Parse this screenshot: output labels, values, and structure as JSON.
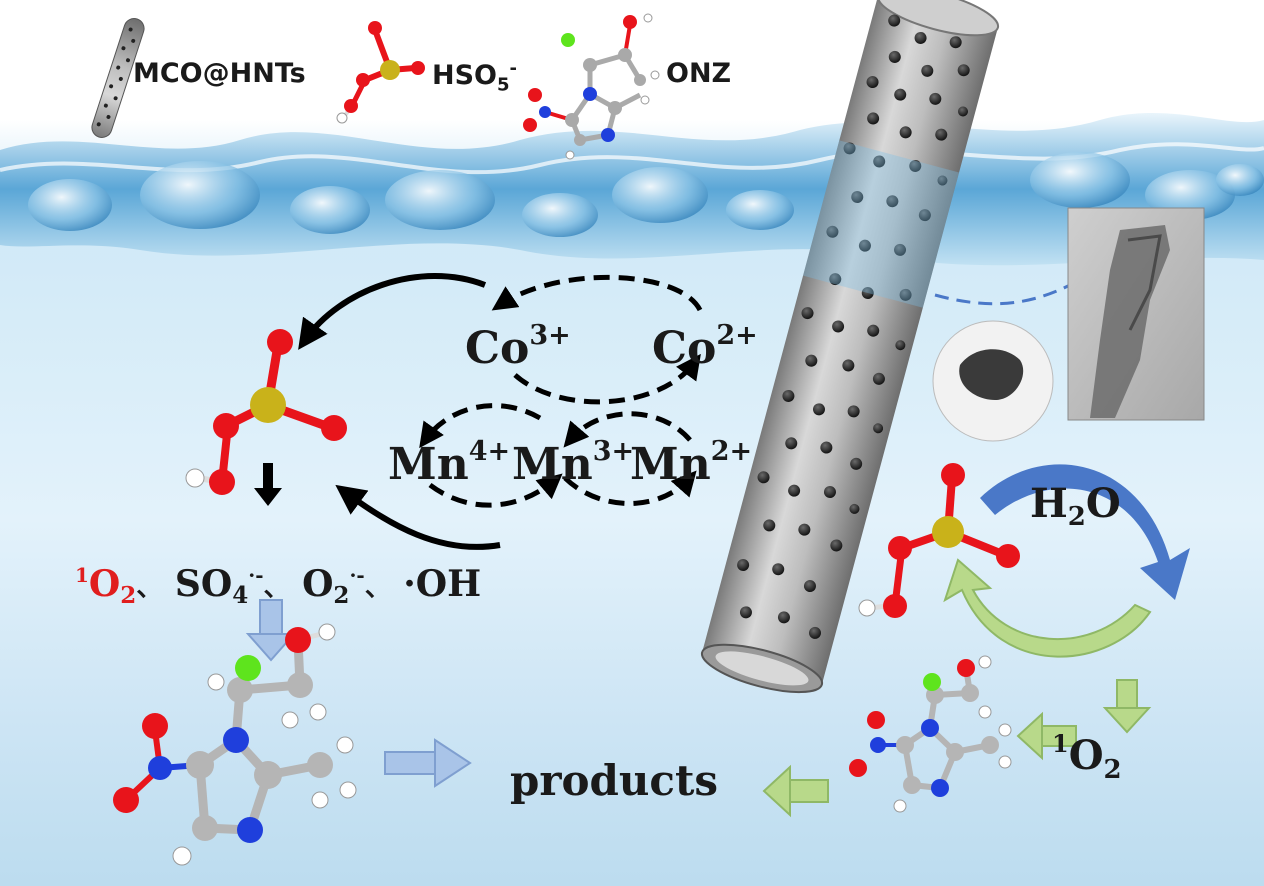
{
  "legend": {
    "catalyst": "MCO@HNTs",
    "oxidant_base": "HSO",
    "oxidant_sub": "5",
    "oxidant_charge": "-",
    "drug": "ONZ"
  },
  "ions": {
    "co3": {
      "base": "Co",
      "charge": "3+"
    },
    "co2": {
      "base": "Co",
      "charge": "2+"
    },
    "mn4": {
      "base": "Mn",
      "charge": "4+"
    },
    "mn3": {
      "base": "Mn",
      "charge": "3+"
    },
    "mn2": {
      "base": "Mn",
      "charge": "2+"
    }
  },
  "species": {
    "singlet_sup": "1",
    "singlet_base": "O",
    "singlet_sub": "2",
    "sep1": "、",
    "sulfate_base": "SO",
    "sulfate_sub": "4",
    "sulfate_charge": "·-",
    "sep2": "、",
    "superoxide_base": "O",
    "superoxide_sub": "2",
    "superoxide_charge": "·-",
    "sep3": "、",
    "hydroxyl": "·OH"
  },
  "right_cycle": {
    "water_base": "H",
    "water_sub": "2",
    "water_tail": "O",
    "singlet_sup": "1",
    "singlet_base": "O",
    "singlet_sub": "2"
  },
  "products_label": "products",
  "colors": {
    "oxygen": "#e8141b",
    "sulfur": "#c9b21a",
    "hydrogen": "#ffffff",
    "carbon": "#a9a9a9",
    "nitrogen": "#1f3fdc",
    "chlorine": "#5ee41d",
    "arrow_blue": "#4a78c8",
    "arrow_green": "#b8d98a",
    "arrow_light_blue": "#a9c4e8",
    "singlet_red": "#e01e1e"
  }
}
